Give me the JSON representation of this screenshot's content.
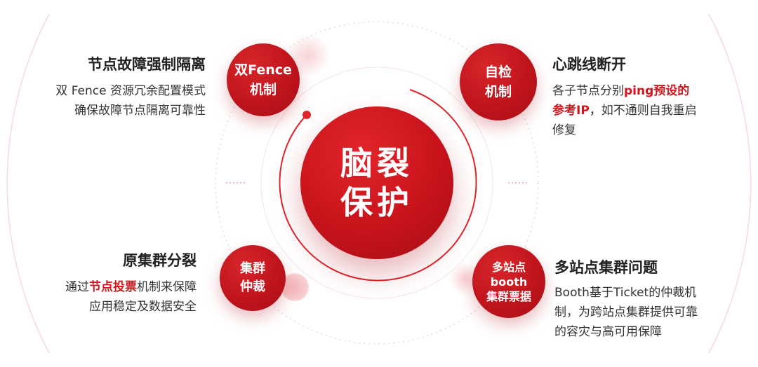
{
  "center": {
    "line1": "脑裂",
    "line2": "保护"
  },
  "nodes": {
    "top_left": {
      "line1": "双Fence",
      "line2": "机制"
    },
    "top_right": {
      "line1": "自检",
      "line2": "机制"
    },
    "bottom_left": {
      "line1": "集群",
      "line2": "仲裁"
    },
    "bottom_right": {
      "line1": "多站点",
      "line2": "booth",
      "line3": "集群票据"
    }
  },
  "features": {
    "top_left": {
      "title": "节点故障强制隔离",
      "desc_line1": "双 Fence 资源冗余配置模式",
      "desc_line2": "确保故障节点隔离可靠性"
    },
    "top_right": {
      "title": "心跳线断开",
      "desc_l1_pre": "各子节点分别",
      "desc_l1_hl": "ping预设的",
      "desc_l2_hl": "参考IP",
      "desc_l2_post": "，如不通则自我重启",
      "desc_l3": "修复"
    },
    "bottom_left": {
      "title": "原集群分裂",
      "desc_l1_pre": "通过",
      "desc_l1_hl": "节点投票",
      "desc_l1_post": "机制来保障",
      "desc_l2": "应用稳定及数据安全"
    },
    "bottom_right": {
      "title": "多站点集群问题",
      "desc_line1": "Booth基于Ticket的仲裁机",
      "desc_line2": "制，为跨站点集群提供可靠",
      "desc_line3": "的容灾与高可用保障"
    }
  },
  "colors": {
    "accent": "#c8131b",
    "text": "#222222"
  }
}
